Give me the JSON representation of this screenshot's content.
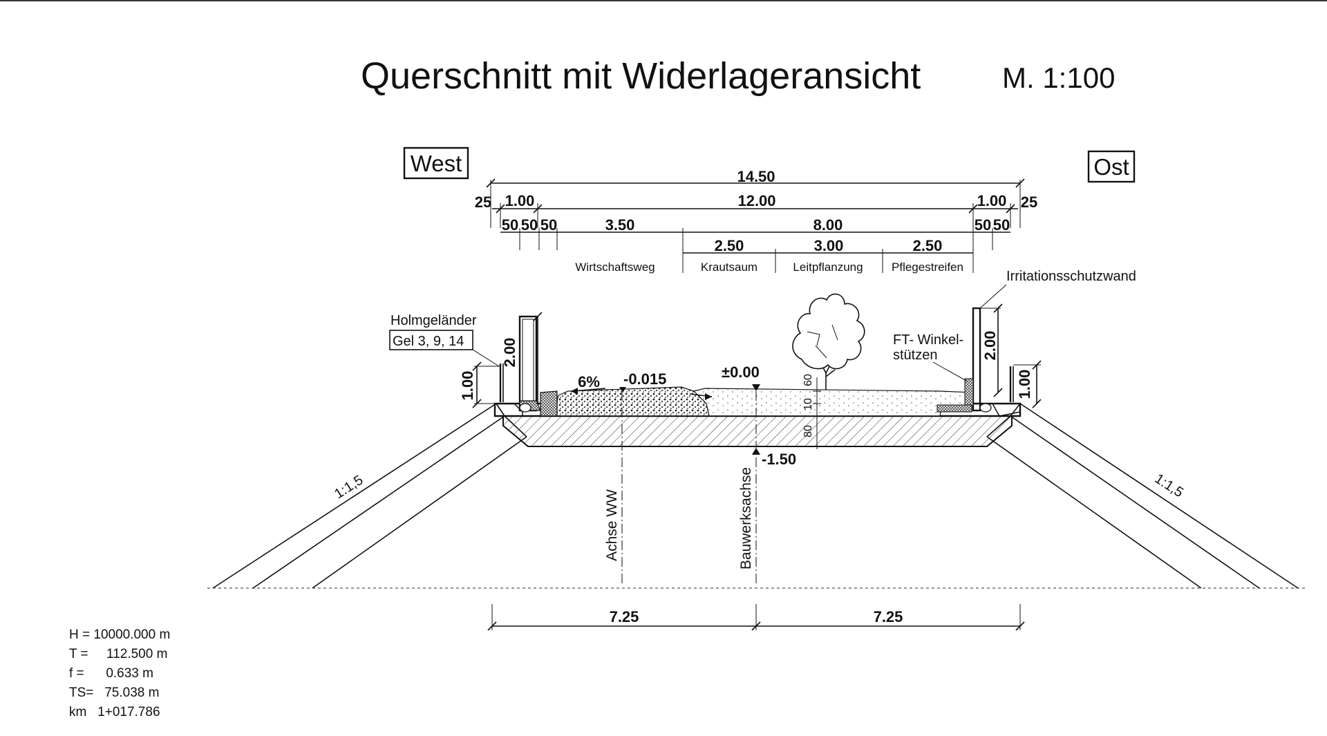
{
  "title": "Querschnitt mit Widerlageransicht",
  "scale": "M. 1:100",
  "sides": {
    "west": "West",
    "east": "Ost"
  },
  "dimensions": {
    "overall": "14.50",
    "inner": "12.00",
    "left_edge": "25",
    "right_edge": "25",
    "left_cap": "1.00",
    "right_cap": "1.00",
    "left_50a": "50",
    "left_50b": "50",
    "left_50c": "50",
    "path_width": "3.50",
    "green_width": "8.00",
    "right_50a": "50",
    "right_50b": "50",
    "kraut_width": "2.50",
    "leit_width": "3.00",
    "pflege_width": "2.50",
    "bottom_left": "7.25",
    "bottom_right": "7.25"
  },
  "zones": {
    "path": "Wirtschaftsweg",
    "kraut": "Krautsaum",
    "leit": "Leitpflanzung",
    "pflege": "Pflegestreifen"
  },
  "annotations": {
    "railing": "Holmgeländer",
    "railing_ref": "Gel 3, 9, 14",
    "wall": "Irritationsschutzwand",
    "angle_1": "FT- Winkel-",
    "angle_2": "stützen",
    "slope_pct": "6%",
    "level_path": "-0.015",
    "level_zero": "±0.00",
    "level_bottom": "-1.50",
    "h_left_railing": "1.00",
    "h_left_wall": "2.00",
    "h_right_wall": "2.00",
    "h_right_railing": "1.00",
    "layer_60": "60",
    "layer_10": "10",
    "layer_80": "80",
    "axis_ww": "Achse WW",
    "axis_structure": "Bauwerksachse",
    "slope_left": "1:1,5",
    "slope_right": "1:1,5"
  },
  "info": {
    "h": "H = 10000.000 m",
    "t": "T =     112.500 m",
    "f": "f =      0.633 m",
    "ts": "TS=   75.038 m",
    "km": "km   1+017.786"
  }
}
